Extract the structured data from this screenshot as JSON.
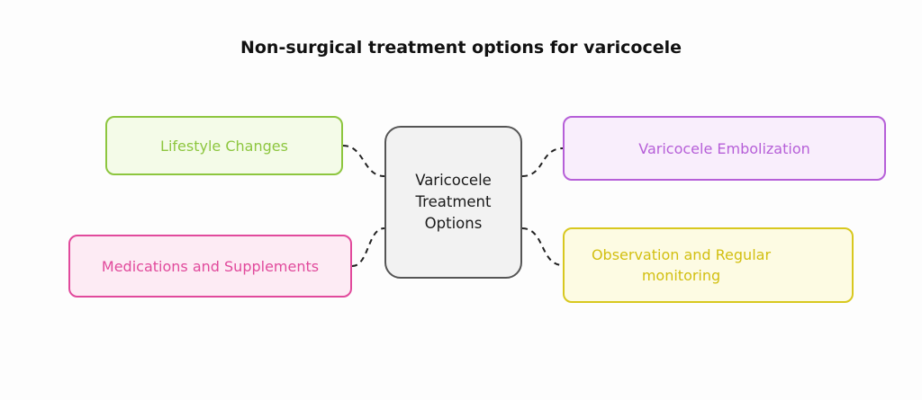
{
  "title": "Non-surgical treatment options for varicocele",
  "center": {
    "lines": [
      "Varicocele",
      "Treatment",
      "Options"
    ],
    "fill": "#f2f2f2",
    "stroke": "#555555"
  },
  "nodes": {
    "lifestyle": {
      "label": "Lifestyle Changes",
      "fill": "#f4fbe8",
      "stroke": "#8dc63f",
      "text_color": "#8dc63f"
    },
    "medications": {
      "label": "Medications and Supplements",
      "fill": "#fdebf4",
      "stroke": "#e14a9c",
      "text_color": "#e14a9c"
    },
    "embolization": {
      "label": "Varicocele Embolization",
      "fill": "#f9eefc",
      "stroke": "#b65fd8",
      "text_color": "#b65fd8"
    },
    "observation": {
      "label": "Observation and Regular monitoring",
      "fill": "#fdfbe3",
      "stroke": "#d8c81f",
      "text_color": "#d2bf10"
    }
  },
  "connector_color": "#222222"
}
